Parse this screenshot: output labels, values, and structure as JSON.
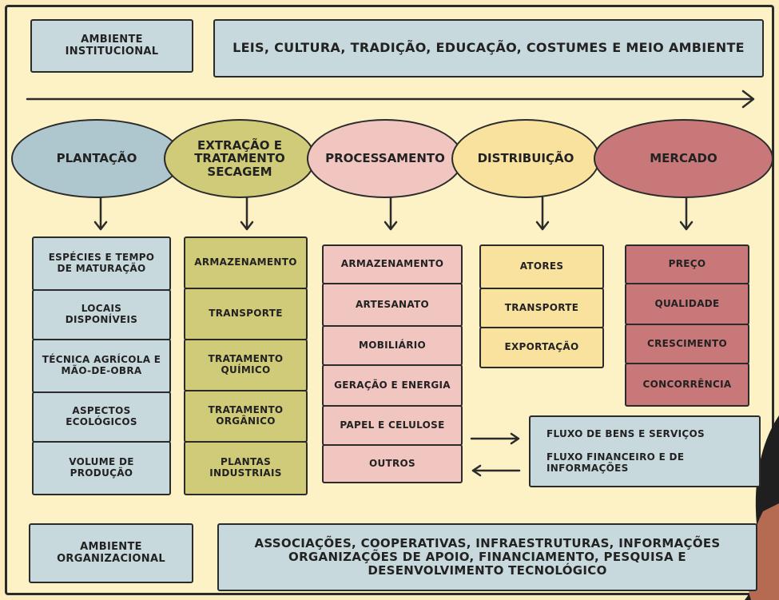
{
  "institutional": {
    "label": "AMBIENTE INSTITUCIONAL",
    "content": "LEIS, CULTURA, TRADIÇÃO, EDUCAÇÃO, COSTUMES E MEIO AMBIENTE"
  },
  "stages": [
    {
      "label": "PLANTAÇÃO",
      "color": "#aec6cd"
    },
    {
      "label": "EXTRAÇÃO E TRATAMENTO SECAGEM",
      "color": "#d0cb78"
    },
    {
      "label": "PROCESSAMENTO",
      "color": "#f1c6c1"
    },
    {
      "label": "DISTRIBUIÇÃO",
      "color": "#f8e29e"
    },
    {
      "label": "MERCADO",
      "color": "#c9787a"
    }
  ],
  "columns": {
    "plantacao": [
      "ESPÉCIES E TEMPO DE MATURAÇÃO",
      "LOCAIS DISPONÍVEIS",
      "TÉCNICA AGRÍCOLA E MÃO-DE-OBRA",
      "ASPECTOS ECOLÓGICOS",
      "VOLUME DE PRODUÇÃO"
    ],
    "extracao": [
      "ARMAZENAMENTO",
      "TRANSPORTE",
      "TRATAMENTO QUÍMICO",
      "TRATAMENTO ORGÂNICO",
      "PLANTAS INDUSTRIAIS"
    ],
    "processamento": [
      "ARMAZENAMENTO",
      "ARTESANATO",
      "MOBILIÁRIO",
      "GERAÇÃO E ENERGIA",
      "PAPEL E CELULOSE",
      "OUTROS"
    ],
    "distribuicao": [
      "ATORES",
      "TRANSPORTE",
      "EXPORTAÇÃO"
    ],
    "mercado": [
      "PREÇO",
      "QUALIDADE",
      "CRESCIMENTO",
      "CONCORRÊNCIA"
    ]
  },
  "legend": {
    "goods": "FLUXO DE BENS E SERVIÇOS",
    "financial": "FLUXO FINANCEIRO E DE INFORMAÇÕES"
  },
  "organizational": {
    "label": "AMBIENTE ORGANIZACIONAL",
    "content": "ASSOCIAÇÕES, COOPERATIVAS, INFRAESTRUTURAS, INFORMAÇÕES ORGANIZAÇÕES DE APOIO, FINANCIAMENTO, PESQUISA E DESENVOLVIMENTO TECNOLÓGICO"
  },
  "colors": {
    "background": "#fdf1c6",
    "box_blue": "#c8d9de",
    "olive": "#d0cb78",
    "pink": "#f1c6c1",
    "yellow": "#f8e29e",
    "red": "#c9787a"
  }
}
